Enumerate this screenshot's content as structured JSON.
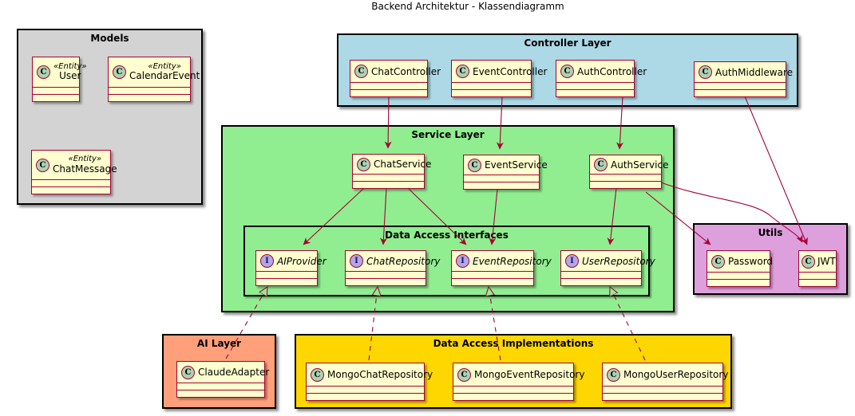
{
  "title": "Backend Architektur - Klassendiagramm",
  "icons": {
    "class_letter": "C",
    "interface_letter": "I"
  },
  "colors": {
    "models_bg": "#D3D3D3",
    "controller_bg": "#ADD8E6",
    "service_bg": "#90EE90",
    "utils_bg": "#DDA0DD",
    "ai_bg": "#FFA07A",
    "implementations_bg": "#FFD700",
    "class_bg": "#FEFECE",
    "line": "#A80036",
    "class_icon_bg": "#ADD1B2",
    "interface_icon_bg": "#B4A7E5"
  },
  "models": {
    "label": "Models",
    "user": {
      "stereotype": "«Entity»",
      "name": "User"
    },
    "calendar_event": {
      "stereotype": "«Entity»",
      "name": "CalendarEvent"
    },
    "chat_message": {
      "stereotype": "«Entity»",
      "name": "ChatMessage"
    }
  },
  "controller_layer": {
    "label": "Controller Layer",
    "chat_controller": "ChatController",
    "event_controller": "EventController",
    "auth_controller": "AuthController",
    "auth_middleware": "AuthMiddleware"
  },
  "service_layer": {
    "label": "Service Layer",
    "chat_service": "ChatService",
    "event_service": "EventService",
    "auth_service": "AuthService"
  },
  "data_access_interfaces": {
    "label": "Data Access Interfaces",
    "ai_provider": "AIProvider",
    "chat_repository": "ChatRepository",
    "event_repository": "EventRepository",
    "user_repository": "UserRepository"
  },
  "utils": {
    "label": "Utils",
    "password": "Password",
    "jwt": "JWT"
  },
  "ai_layer": {
    "label": "AI Layer",
    "claude_adapter": "ClaudeAdapter"
  },
  "data_access_implementations": {
    "label": "Data Access Implementations",
    "mongo_chat_repository": "MongoChatRepository",
    "mongo_event_repository": "MongoEventRepository",
    "mongo_user_repository": "MongoUserRepository"
  },
  "relations": [
    {
      "from": "ChatController",
      "to": "ChatService",
      "type": "arrow"
    },
    {
      "from": "EventController",
      "to": "EventService",
      "type": "arrow"
    },
    {
      "from": "AuthController",
      "to": "AuthService",
      "type": "arrow"
    },
    {
      "from": "AuthMiddleware",
      "to": "JWT",
      "type": "arrow"
    },
    {
      "from": "ChatService",
      "to": "AIProvider",
      "type": "arrow"
    },
    {
      "from": "ChatService",
      "to": "ChatRepository",
      "type": "arrow"
    },
    {
      "from": "ChatService",
      "to": "EventRepository",
      "type": "arrow"
    },
    {
      "from": "EventService",
      "to": "EventRepository",
      "type": "arrow"
    },
    {
      "from": "AuthService",
      "to": "UserRepository",
      "type": "arrow"
    },
    {
      "from": "AuthService",
      "to": "Password",
      "type": "arrow"
    },
    {
      "from": "AuthService",
      "to": "JWT",
      "type": "arrow"
    },
    {
      "from": "ClaudeAdapter",
      "to": "AIProvider",
      "type": "realization"
    },
    {
      "from": "MongoChatRepository",
      "to": "ChatRepository",
      "type": "realization"
    },
    {
      "from": "MongoEventRepository",
      "to": "EventRepository",
      "type": "realization"
    },
    {
      "from": "MongoUserRepository",
      "to": "UserRepository",
      "type": "realization"
    }
  ]
}
